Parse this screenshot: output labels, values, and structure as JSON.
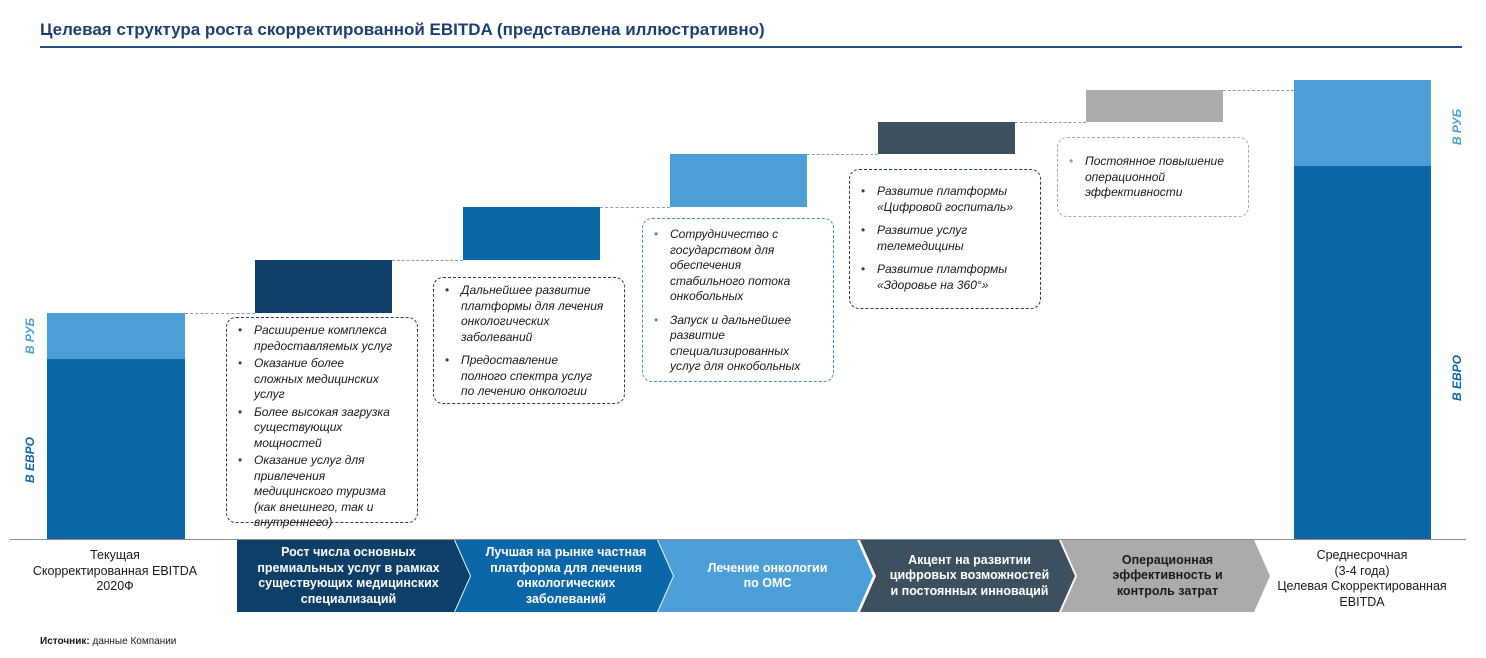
{
  "title": "Целевая структура роста скорректированной EBITDA (представлена иллюстративно)",
  "source": {
    "label": "Источник:",
    "text": " данные Компании"
  },
  "colors": {
    "navy": "#0e3f69",
    "blue": "#0b67a8",
    "light_blue": "#4b9fd6",
    "slate": "#3d5060",
    "gray": "#ababab",
    "rub": "#4b9fd6",
    "eur": "#0b67a8"
  },
  "chart_data": {
    "type": "bar",
    "subtype": "waterfall",
    "categories": [
      "Текущая Скорректированная EBITDA 2020Ф",
      "Рост числа основных премиальных услуг в рамках существующих медицинских специализаций",
      "Лучшая на рынке частная платформа для лечения онкологических заболеваний",
      "Лечение онкологии по ОМС",
      "Акцент на развитии цифровых возможностей и постоянных инноваций",
      "Операционная эффективность и контроль затрат",
      "Среднесрочная (3-4 года) Целевая Скорректированная EBITDA"
    ],
    "illustrative": true,
    "axis_range": [
      0,
      100
    ],
    "totals": [
      {
        "category_index": 0,
        "series": [
          {
            "name": "В ЕВРО",
            "value": 39
          },
          {
            "name": "В РУБ",
            "value": 10
          }
        ]
      },
      {
        "category_index": 6,
        "series": [
          {
            "name": "В ЕВРО",
            "value": 81
          },
          {
            "name": "В РУБ",
            "value": 18.5
          }
        ]
      }
    ],
    "steps": [
      {
        "category_index": 1,
        "base": 49,
        "value": 11.5,
        "color": "navy"
      },
      {
        "category_index": 2,
        "base": 60.5,
        "value": 11.5,
        "color": "blue"
      },
      {
        "category_index": 3,
        "base": 72,
        "value": 11.5,
        "color": "light_blue"
      },
      {
        "category_index": 4,
        "base": 83.5,
        "value": 7,
        "color": "slate"
      },
      {
        "category_index": 5,
        "base": 90.5,
        "value": 7,
        "color": "gray"
      }
    ],
    "series_labels": {
      "rub": "В РУБ",
      "eur": "В ЕВРО"
    }
  },
  "bottom_labels": {
    "start": [
      "Текущая",
      "Скорректированная EBITDA",
      "2020Ф"
    ],
    "end": [
      "Среднесрочная",
      "(3-4 года)",
      "Целевая Скорректированная",
      "EBITDA"
    ]
  },
  "chevrons": [
    {
      "lines": [
        "Рост числа основных",
        "премиальных услуг в рамках",
        "существующих медицинских",
        "специализаций"
      ],
      "color": "navy"
    },
    {
      "lines": [
        "Лучшая на рынке частная",
        "платформа для лечения",
        "онкологических",
        "заболеваний"
      ],
      "color": "blue"
    },
    {
      "lines": [
        "Лечение онкологии",
        "по ОМС"
      ],
      "color": "light_blue"
    },
    {
      "lines": [
        "Акцент на развитии",
        "цифровых возможностей",
        "и постоянных инноваций"
      ],
      "color": "slate"
    },
    {
      "lines": [
        "Операционная",
        "эффективность и",
        "контроль затрат"
      ],
      "color": "gray"
    }
  ],
  "notes": [
    {
      "style": "n1",
      "items": [
        [
          "Расширение комплекса",
          "предоставляемых услуг"
        ],
        [
          "Оказание более",
          "сложных медицинских",
          "услуг"
        ],
        [
          "Более высокая загрузка",
          "существующих",
          "мощностей"
        ],
        [
          "Оказание услуг для",
          "привлечения",
          "медицинского туризма",
          "(как внешнего, так и",
          "внутреннего)"
        ]
      ]
    },
    {
      "style": "n2",
      "items": [
        [
          "Дальнейшее развитие",
          "платформы для лечения",
          "онкологических",
          "заболеваний"
        ],
        [
          "Предоставление",
          "полного спектра услуг",
          "по лечению онкологии"
        ]
      ]
    },
    {
      "style": "light",
      "items": [
        [
          "Сотрудничество с",
          "государством для",
          "обеспечения",
          "стабильного потока",
          "онкобольных"
        ],
        [
          "Запуск и дальнейшее",
          "развитие",
          "специализированных",
          "услуг для онкобольных"
        ]
      ]
    },
    {
      "style": "n4",
      "items": [
        [
          "Развитие платформы",
          "«Цифровой госпиталь»"
        ],
        [
          "Развитие услуг",
          "телемедицины"
        ],
        [
          "Развитие платформы",
          "«Здоровье на 360°»"
        ]
      ]
    },
    {
      "style": "gray",
      "items": [
        [
          "Постоянное повышение",
          "операционной",
          "эффективности"
        ]
      ]
    }
  ]
}
